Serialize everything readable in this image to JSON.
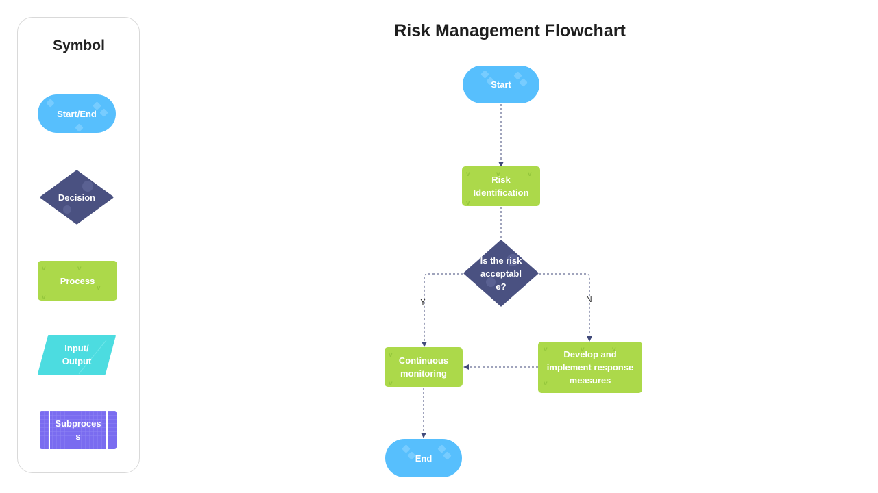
{
  "diagram": {
    "title": "Risk Management Flowchart",
    "legend": {
      "title": "Symbol",
      "items": {
        "start_end": "Start/End",
        "decision": "Decision",
        "process": "Process",
        "input_output": "Input/\nOutput",
        "subprocess": "Subproces\ns"
      }
    },
    "nodes": {
      "start": "Start",
      "risk_identification": "Risk\nIdentification",
      "decision": "Is the risk\nacceptabl\ne?",
      "continuous_monitoring": "Continuous\nmonitoring",
      "develop_measures": "Develop and\nimplement response\nmeasures",
      "end": "End"
    },
    "edge_labels": {
      "yes": "Y",
      "no": "N"
    },
    "colors": {
      "terminal": "#57bffd",
      "process": "#acd94a",
      "decision": "#4a5181",
      "input_output": "#4cdce0",
      "subprocess": "#7a6cf0",
      "connector": "#414a7a"
    }
  }
}
